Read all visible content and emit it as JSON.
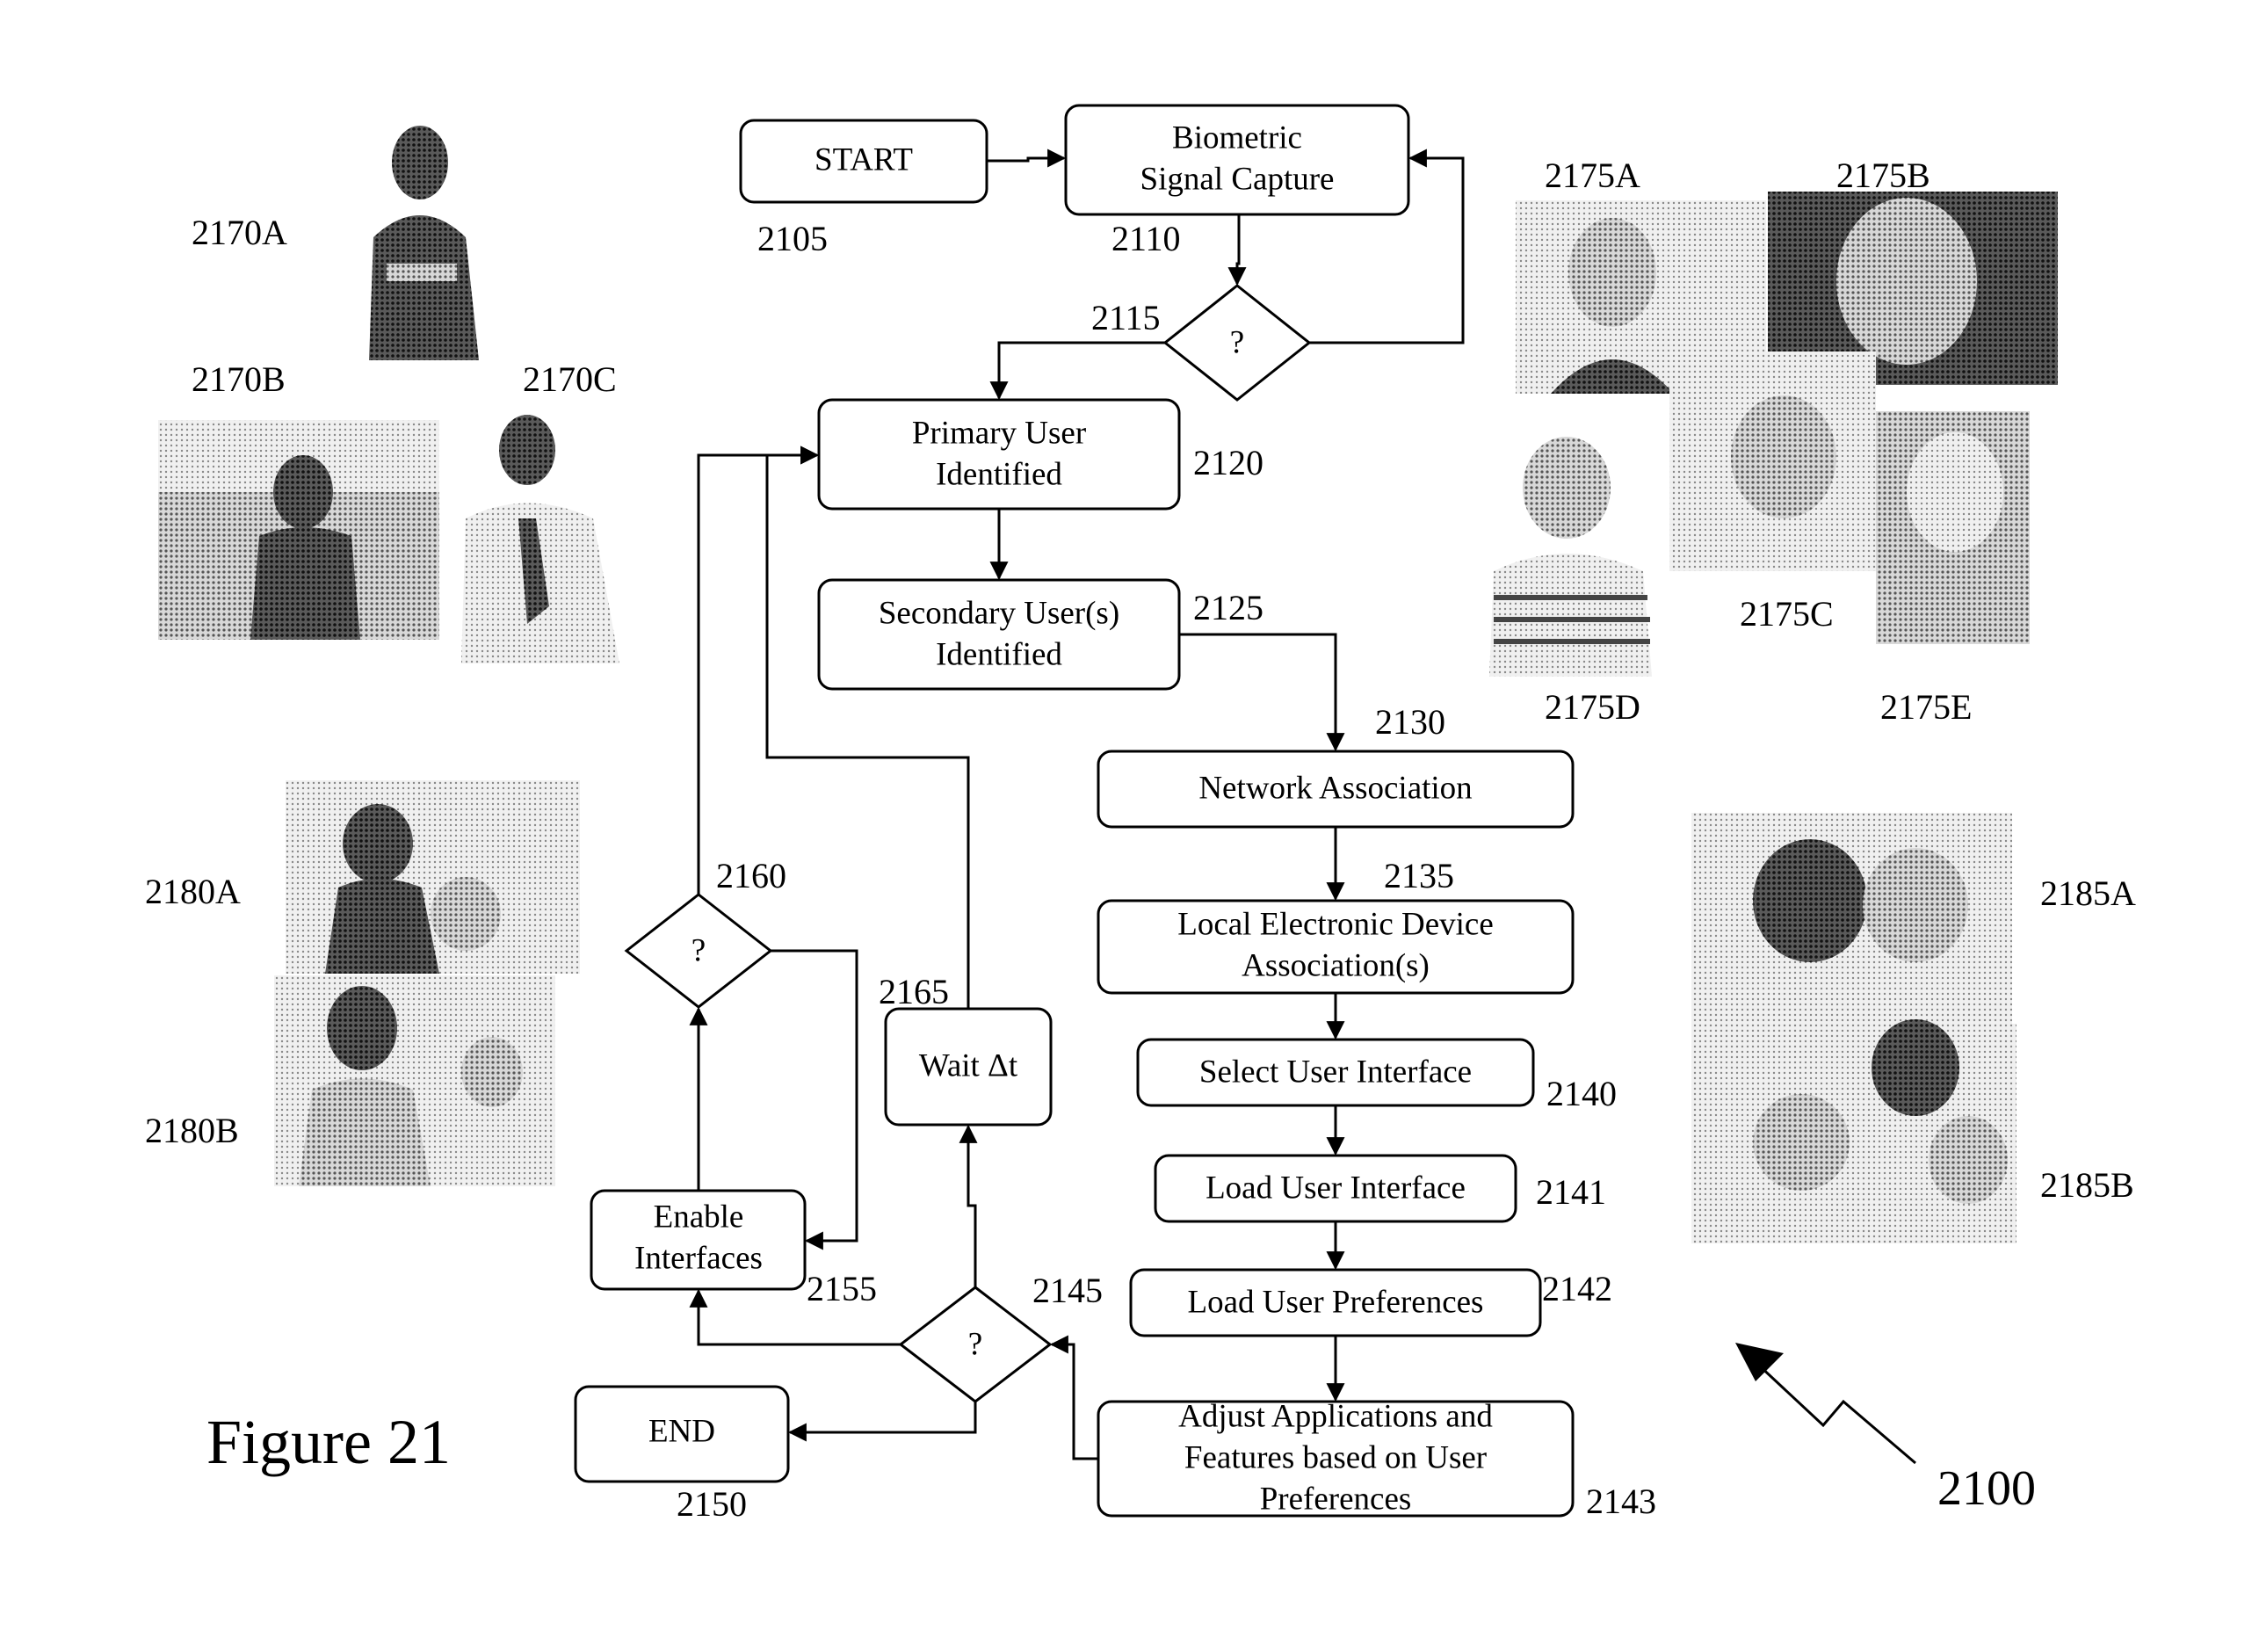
{
  "figure": {
    "title": "Figure 21",
    "ref": "2100"
  },
  "nodes": {
    "start": {
      "label": "START",
      "ref": "2105"
    },
    "capture": {
      "lines": [
        "Biometric",
        "Signal Capture"
      ],
      "ref": "2110"
    },
    "d2115": {
      "label": "?",
      "ref": "2115"
    },
    "primary": {
      "lines": [
        "Primary User",
        "Identified"
      ],
      "ref": "2120"
    },
    "secondary": {
      "lines": [
        "Secondary User(s)",
        "Identified"
      ],
      "ref": "2125"
    },
    "network": {
      "label": "Network Association",
      "ref": "2130"
    },
    "local": {
      "lines": [
        "Local Electronic Device",
        "Association(s)"
      ],
      "ref": "2135"
    },
    "select": {
      "label": "Select User Interface",
      "ref": "2140"
    },
    "loadui": {
      "label": "Load User Interface",
      "ref": "2141"
    },
    "loadprefs": {
      "label": "Load User Preferences",
      "ref": "2142"
    },
    "adjust": {
      "lines": [
        "Adjust Applications and",
        "Features based on User",
        "Preferences"
      ],
      "ref": "2143"
    },
    "d2145": {
      "label": "?",
      "ref": "2145"
    },
    "end": {
      "label": "END",
      "ref": "2150"
    },
    "enable": {
      "lines": [
        "Enable",
        "Interfaces"
      ],
      "ref": "2155"
    },
    "d2160": {
      "label": "?",
      "ref": "2160"
    },
    "wait": {
      "label": "Wait Δt",
      "ref": "2165"
    }
  },
  "photos": {
    "p2170A": "2170A",
    "p2170B": "2170B",
    "p2170C": "2170C",
    "p2175A": "2175A",
    "p2175B": "2175B",
    "p2175C": "2175C",
    "p2175D": "2175D",
    "p2175E": "2175E",
    "p2180A": "2180A",
    "p2180B": "2180B",
    "p2185A": "2185A",
    "p2185B": "2185B"
  }
}
